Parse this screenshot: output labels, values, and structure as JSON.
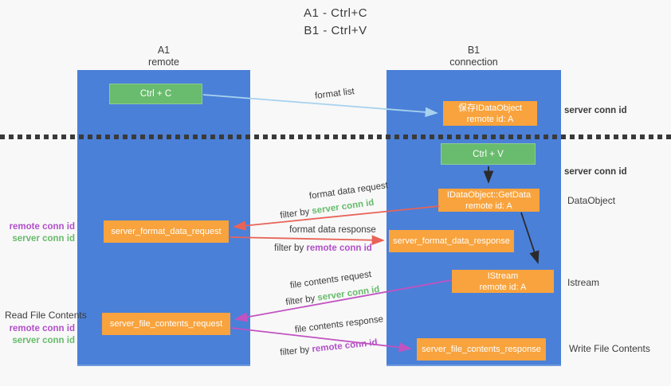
{
  "colors": {
    "lane_blue": "#4a80d8",
    "box_green": "#69bb6d",
    "box_orange": "#f8a33d",
    "arrow_light_blue": "#a8d2ee",
    "arrow_red": "#e86358",
    "arrow_purple": "#c153c1",
    "arrow_black": "#2b2b2b",
    "text_green": "#67bb6b",
    "text_purple": "#b04fc9",
    "text_dark": "#3b3b3b"
  },
  "title": {
    "line1": "A1 - Ctrl+C",
    "line2": "B1 - Ctrl+V"
  },
  "lanes": {
    "a1": {
      "name": "A1",
      "subtitle": "remote"
    },
    "b1": {
      "name": "B1",
      "subtitle": "connection"
    }
  },
  "nodes": {
    "ctrl_c": {
      "label": "Ctrl + C"
    },
    "ctrl_v": {
      "label": "Ctrl + V"
    },
    "save_dataobject": {
      "line1": "保存IDataObject",
      "line2": "remote id: A"
    },
    "getdata": {
      "line1": "IDataObject::GetData",
      "line2": "remote id: A"
    },
    "istream": {
      "line1": "IStream",
      "line2": "remote id: A"
    },
    "format_request": {
      "label": "server_format_data_request"
    },
    "format_response": {
      "label": "server_format_data_response"
    },
    "file_request": {
      "label": "server_file_contents_request"
    },
    "file_response": {
      "label": "server_file_contents_response"
    }
  },
  "labels": {
    "format_list": "format list",
    "server_conn_id": "server conn id",
    "remote_conn_id": "remote conn id",
    "filter_by": "filter by ",
    "format_data_request": "format data request",
    "format_data_response": "format data response",
    "file_contents_request": "file contents request",
    "file_contents_response": "file contents response",
    "dataobject": "DataObject",
    "istream": "Istream",
    "read_file_contents": "Read File Contents",
    "write_file_contents": "Write File Contents"
  }
}
